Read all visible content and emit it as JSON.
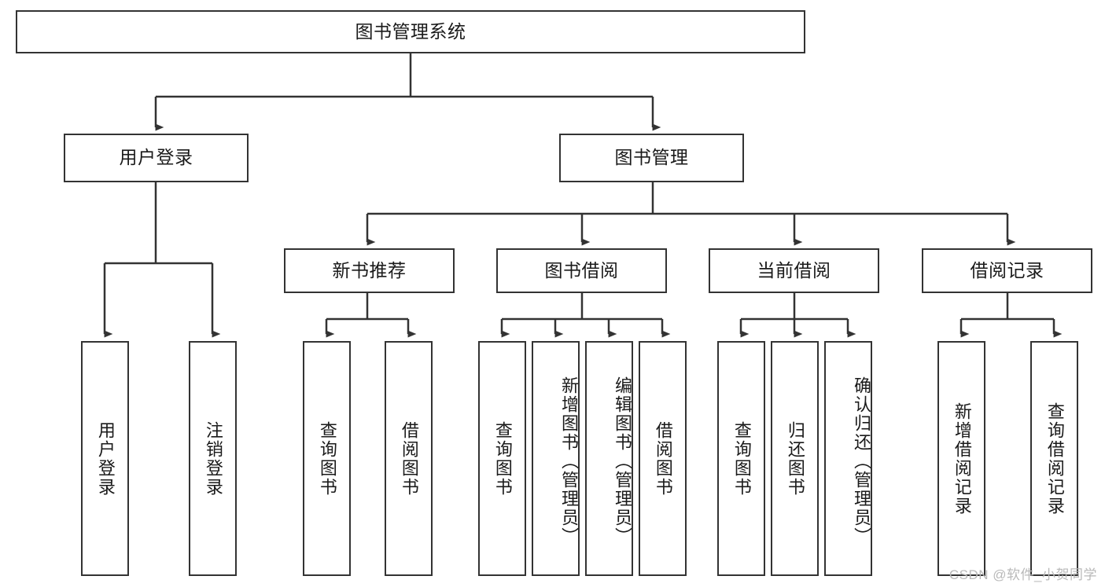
{
  "diagram": {
    "type": "tree-hierarchy",
    "title": "图书管理系统",
    "root": {
      "id": "root",
      "label": "图书管理系统",
      "orientation": "horizontal"
    },
    "level2": [
      {
        "id": "user-login",
        "label": "用户登录",
        "orientation": "horizontal"
      },
      {
        "id": "book-manage",
        "label": "图书管理",
        "orientation": "horizontal"
      }
    ],
    "level3": [
      {
        "id": "new-book-recommend",
        "label": "新书推荐",
        "orientation": "horizontal",
        "parent": "book-manage"
      },
      {
        "id": "book-borrow",
        "label": "图书借阅",
        "orientation": "horizontal",
        "parent": "book-manage"
      },
      {
        "id": "current-borrow",
        "label": "当前借阅",
        "orientation": "horizontal",
        "parent": "book-manage"
      },
      {
        "id": "borrow-record",
        "label": "借阅记录",
        "orientation": "horizontal",
        "parent": "book-manage"
      }
    ],
    "leaves": [
      {
        "id": "leaf-user-login",
        "label": "用户登录",
        "parent": "user-login",
        "orientation": "vertical"
      },
      {
        "id": "leaf-logout-login",
        "label": "注销登录",
        "parent": "user-login",
        "orientation": "vertical"
      },
      {
        "id": "leaf-query-book-1",
        "label": "查询图书",
        "parent": "new-book-recommend",
        "orientation": "vertical"
      },
      {
        "id": "leaf-borrow-book-1",
        "label": "借阅图书",
        "parent": "new-book-recommend",
        "orientation": "vertical"
      },
      {
        "id": "leaf-query-book-2",
        "label": "查询图书",
        "parent": "book-borrow",
        "orientation": "vertical"
      },
      {
        "id": "leaf-add-book",
        "label": "新增图书（管理员）",
        "parent": "book-borrow",
        "orientation": "vertical"
      },
      {
        "id": "leaf-edit-book",
        "label": "编辑图书（管理员）",
        "parent": "book-borrow",
        "orientation": "vertical"
      },
      {
        "id": "leaf-borrow-book-2",
        "label": "借阅图书",
        "parent": "book-borrow",
        "orientation": "vertical"
      },
      {
        "id": "leaf-query-book-3",
        "label": "查询图书",
        "parent": "current-borrow",
        "orientation": "vertical"
      },
      {
        "id": "leaf-return-book",
        "label": "归还图书",
        "parent": "current-borrow",
        "orientation": "vertical"
      },
      {
        "id": "leaf-confirm-return",
        "label": "确认归还（管理员）",
        "parent": "current-borrow",
        "orientation": "vertical"
      },
      {
        "id": "leaf-add-record",
        "label": "新增借阅记录",
        "parent": "borrow-record",
        "orientation": "vertical"
      },
      {
        "id": "leaf-query-record",
        "label": "查询借阅记录",
        "parent": "borrow-record",
        "orientation": "vertical"
      }
    ],
    "watermark": "CSDN @软件_小贺同学",
    "colors": {
      "stroke": "#333333",
      "fill": "#ffffff",
      "text": "#1a1a1a",
      "watermark": "#b9b9b9"
    }
  }
}
